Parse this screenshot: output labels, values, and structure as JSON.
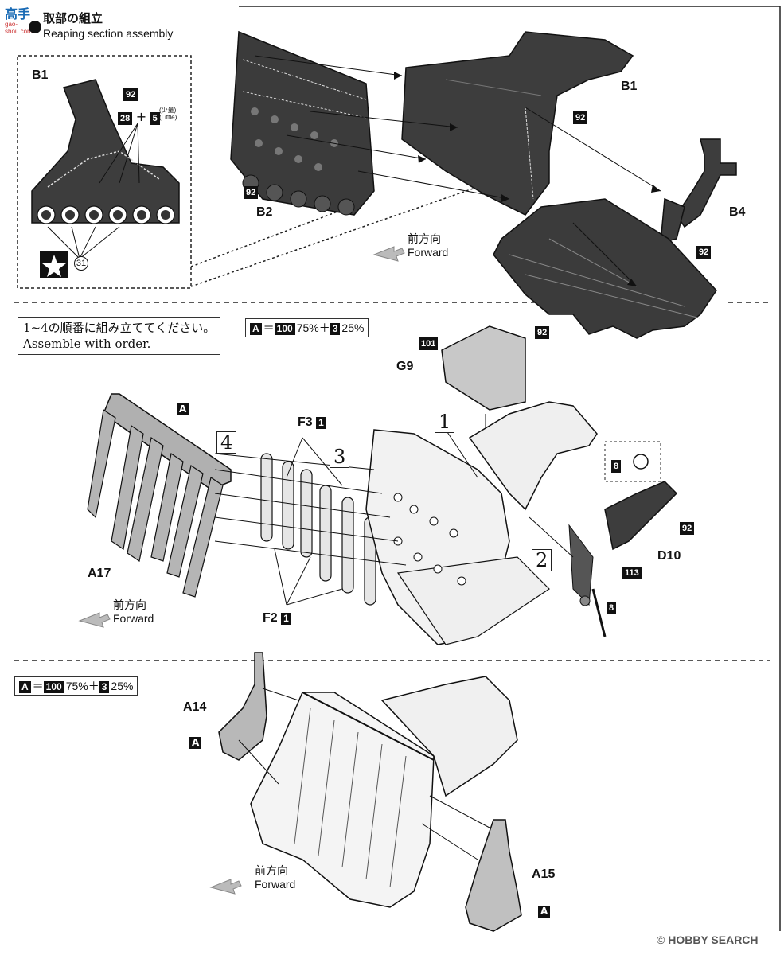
{
  "header": {
    "title_ja": "取部の組立",
    "title_en": "Reaping section assembly",
    "watermark_logo": "高手",
    "watermark_url": "gao-shou.com"
  },
  "step1": {
    "inset_label": "B1",
    "inset_parts": [
      "92",
      "28",
      "5",
      "31"
    ],
    "little_ja": "(少量)",
    "little_en": "(Little)",
    "plus": "+",
    "labels": {
      "b1": "B1",
      "b2": "B2",
      "b4": "B4",
      "p92a": "92",
      "p92b": "92",
      "p92c": "92",
      "p92d": "92"
    },
    "forward_ja": "前方向",
    "forward_en": "Forward"
  },
  "step2": {
    "note_ja": "1~4の順番に組み立ててください。",
    "note_en": "Assemble with order.",
    "paint": {
      "code_a": "A",
      "equals": "＝",
      "c1": "100",
      "p1": "75%",
      "plus": "＋",
      "c2": "3",
      "p2": "25%"
    },
    "labels": {
      "p101": "101",
      "g9": "G9",
      "p92a": "92",
      "a": "A",
      "f3": "F3",
      "f3n": "1",
      "s1": "1",
      "s2": "2",
      "s3": "3",
      "s4": "4",
      "p8a": "8",
      "p92b": "92",
      "d10": "D10",
      "p113": "113",
      "p8b": "8",
      "a17": "A17",
      "f2": "F2",
      "f2n": "1"
    },
    "forward_ja": "前方向",
    "forward_en": "Forward"
  },
  "step3": {
    "paint": {
      "code_a": "A",
      "equals": "＝",
      "c1": "100",
      "p1": "75%",
      "plus": "＋",
      "c2": "3",
      "p2": "25%"
    },
    "labels": {
      "a14": "A14",
      "a1": "A",
      "a15": "A15",
      "a2": "A"
    },
    "forward_ja": "前方向",
    "forward_en": "Forward"
  },
  "footer": {
    "brand": "HOBBY SEARCH",
    "copyright": "©"
  }
}
